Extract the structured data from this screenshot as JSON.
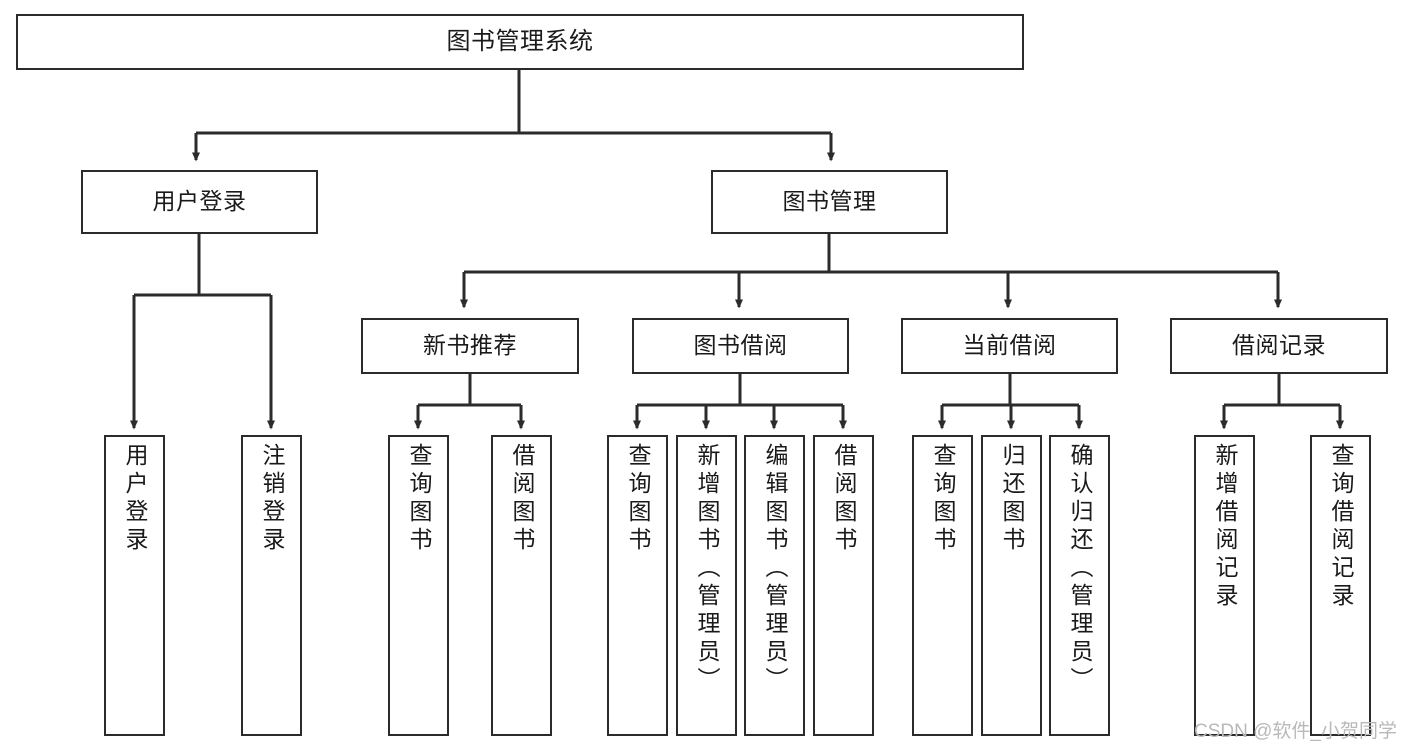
{
  "diagram": {
    "type": "tree-hierarchy",
    "title": "图书管理系统",
    "root": {
      "id": "root",
      "label": "图书管理系统"
    },
    "level2": [
      {
        "id": "user-login",
        "label": "用户登录"
      },
      {
        "id": "book-manage",
        "label": "图书管理"
      }
    ],
    "level3": [
      {
        "id": "new-book-recommend",
        "label": "新书推荐",
        "parent": "book-manage"
      },
      {
        "id": "book-borrow",
        "label": "图书借阅",
        "parent": "book-manage"
      },
      {
        "id": "current-borrow",
        "label": "当前借阅",
        "parent": "book-manage"
      },
      {
        "id": "borrow-record",
        "label": "借阅记录",
        "parent": "book-manage"
      }
    ],
    "leaves": [
      {
        "id": "leaf-user-login",
        "label": "用户登录",
        "parent": "user-login"
      },
      {
        "id": "leaf-logout-login",
        "label": "注销登录",
        "parent": "user-login"
      },
      {
        "id": "leaf-query-book-1",
        "label": "查询图书",
        "parent": "new-book-recommend"
      },
      {
        "id": "leaf-borrow-book-1",
        "label": "借阅图书",
        "parent": "new-book-recommend"
      },
      {
        "id": "leaf-query-book-2",
        "label": "查询图书",
        "parent": "book-borrow"
      },
      {
        "id": "leaf-add-book",
        "label": "新增图书（管理员）",
        "parent": "book-borrow"
      },
      {
        "id": "leaf-edit-book",
        "label": "编辑图书（管理员）",
        "parent": "book-borrow"
      },
      {
        "id": "leaf-borrow-book-2",
        "label": "借阅图书",
        "parent": "book-borrow"
      },
      {
        "id": "leaf-query-book-3",
        "label": "查询图书",
        "parent": "current-borrow"
      },
      {
        "id": "leaf-return-book",
        "label": "归还图书",
        "parent": "current-borrow"
      },
      {
        "id": "leaf-confirm-return",
        "label": "确认归还（管理员）",
        "parent": "current-borrow"
      },
      {
        "id": "leaf-add-record",
        "label": "新增借阅记录",
        "parent": "borrow-record"
      },
      {
        "id": "leaf-query-record",
        "label": "查询借阅记录",
        "parent": "borrow-record"
      }
    ],
    "colors": {
      "stroke": "#2b2b2b",
      "fill": "#ffffff",
      "text": "#1a1a1a",
      "watermark": "#b9b9b9"
    }
  },
  "watermark": {
    "text": "CSDN @软件_小贺同学"
  }
}
